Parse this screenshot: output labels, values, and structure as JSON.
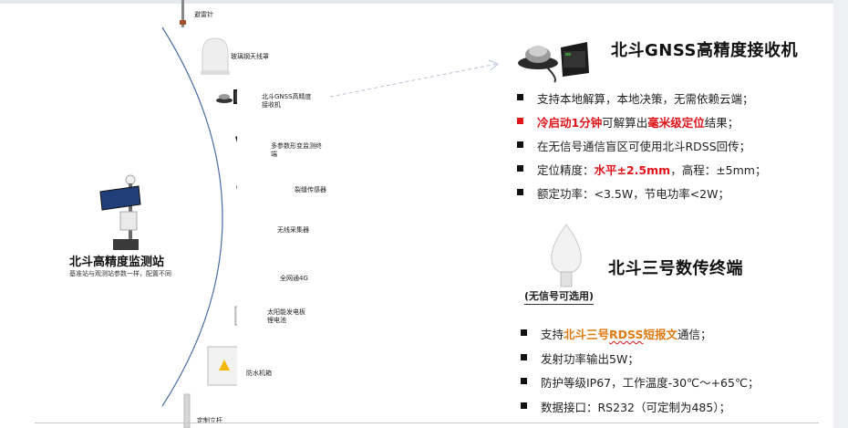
{
  "colors": {
    "accent_red": "#e0141a",
    "accent_orange": "#e07a12",
    "arc_blue": "#4a6fa5"
  },
  "components": [
    {
      "name": "lightning-rod",
      "label": "避雷针"
    },
    {
      "name": "antenna-dome",
      "label": "玻璃钢天线罩"
    },
    {
      "name": "gnss-receiver",
      "label": "北斗GNSS高精度\n接收机"
    },
    {
      "name": "multi-param-terminal",
      "label": "多参数形变监测终\n端"
    },
    {
      "name": "crack-sensor",
      "label": "裂缝传感器"
    },
    {
      "name": "wireless-collector",
      "label": "无线采集器"
    },
    {
      "name": "antenna-4g",
      "label": "全网通4G"
    },
    {
      "name": "solar-panel",
      "label": "太阳能发电板\n锂电池"
    },
    {
      "name": "waterproof-box",
      "label": "防水机箱"
    },
    {
      "name": "custom-pole",
      "label": "定制立杆"
    }
  ],
  "station": {
    "title": "北斗高精度监测站",
    "subtitle": "基准站与观测站参数一样，配置不同"
  },
  "receiver_section": {
    "title": "北斗GNSS高精度接收机",
    "bullets": {
      "b1": "支持本地解算，本地决策，无需依赖云端；",
      "b2_red": "冷启动1分钟",
      "b2_mid": "可解算出",
      "b2_red2": "毫米级定位",
      "b2_end": "结果；",
      "b3": "在无信号通信盲区可使用北斗RDSS回传；",
      "b4_pre": "定位精度：",
      "b4_red": "水平±2.5mm",
      "b4_end": "，高程：±5mm；",
      "b5": "额定功率：<3.5W，节电功率<2W；"
    }
  },
  "terminal_section": {
    "title": "北斗三号数传终端",
    "note": "(无信号可选用)",
    "bullets": {
      "b1_pre": "支持",
      "b1_orange": "北斗三号",
      "b1_orange2": "RDSS",
      "b1_orange3": "短报文",
      "b1_end": "通信；",
      "b2": "发射功率输出5W；",
      "b3": "防护等级IP67，工作温度-30℃～+65℃；",
      "b4": "数据接口：RS232（可定制为485）；"
    }
  }
}
